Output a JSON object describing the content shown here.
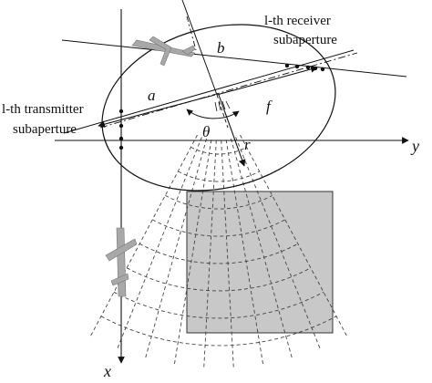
{
  "labels": {
    "receiver_line1": "l-th receiver",
    "receiver_line2": "subaperture",
    "transmitter_line1": "l-th transmitter",
    "transmitter_line2": "subaperture",
    "a": "a",
    "b": "b",
    "f": "f",
    "r": "r",
    "theta": "θ",
    "x_axis": "x",
    "y_axis": "y"
  },
  "colors": {
    "line": "#111111",
    "grid": "#444444",
    "patch_fill": "#c8c8c8",
    "plane": "#9a9a9a"
  }
}
